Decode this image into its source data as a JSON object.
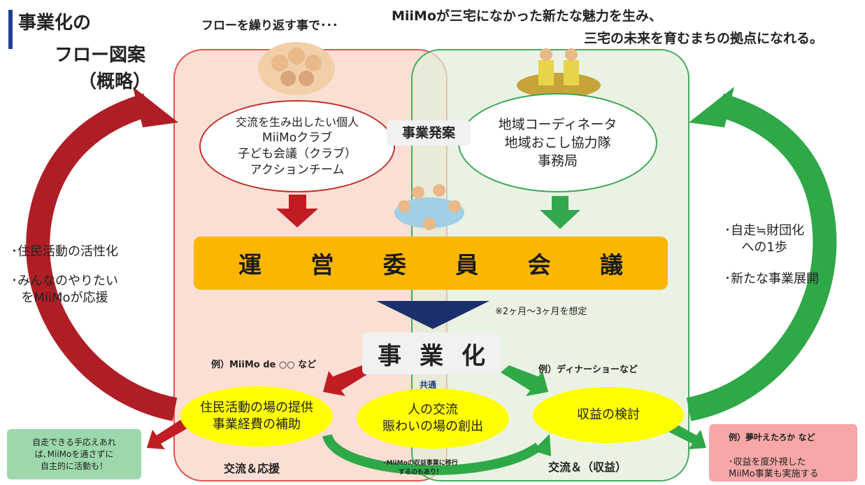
{
  "title": {
    "line1": "事業化の",
    "line2": "フロー図案",
    "line3": "（概略）"
  },
  "top_notes": {
    "flow_repeat": "フローを繰り返す事で･･･",
    "line1": "MiiMoが三宅になかった新たな魅力を生み、",
    "line2": "三宅の未来を育むまちの拠点になれる。"
  },
  "left_circle": {
    "line1": "交流を生み出したい個人",
    "line2": "MiiMoクラブ",
    "line3": "子ども会議（クラブ）",
    "line4": "アクションチーム"
  },
  "right_circle": {
    "line1": "地域コーディネータ",
    "line2": "地域おこし協力隊",
    "line3": "事務局"
  },
  "proposal": "事業発案",
  "committee": [
    "運",
    "営",
    "委",
    "員",
    "会",
    "議"
  ],
  "note_months": "※2ヶ月～3ヶ月を想定",
  "business": [
    "事",
    "業",
    "化"
  ],
  "example_left": "例）MiiMo de ○○ など",
  "example_right": "例）ディナーショーなど",
  "common": "共通",
  "yellow_left": {
    "line1": "住民活動の場の提供",
    "line2": "事業経費の補助"
  },
  "yellow_center": {
    "line1": "人の交流",
    "line2": "賑わいの場の創出"
  },
  "yellow_right": {
    "line1": "収益の検討"
  },
  "small_note": {
    "line1": "･MiiMoの収益事業に移行",
    "line2": "するのもあり！"
  },
  "panel_left_label": "交流＆応援",
  "panel_right_label": "交流＆（収益）",
  "side_left": {
    "line1": "･住民活動の活性化",
    "line2": "･みんなのやりたい",
    "line3": "をMiiMoが応援"
  },
  "side_right": {
    "line1": "･自走≒財団化",
    "line2": "への1歩",
    "line3": "･新たな事業展開"
  },
  "green_box": {
    "line1": "自走できる手応えあれ",
    "line2": "ば､MiiMoを通さずに",
    "line3": "自主的に活動も！"
  },
  "pink_box": {
    "header": "例）夢叶えたろか など",
    "line1": "･収益を度外視した",
    "line2": "MiiMo事業も実施する"
  },
  "colors": {
    "red": "#c0302a",
    "green": "#3aa757",
    "navy": "#1c2f6d",
    "amber": "#fbb700",
    "yellow": "#ffff00"
  },
  "icons": [
    "crowd-illustration-icon",
    "coordinators-illustration-icon",
    "meeting-illustration-icon"
  ]
}
